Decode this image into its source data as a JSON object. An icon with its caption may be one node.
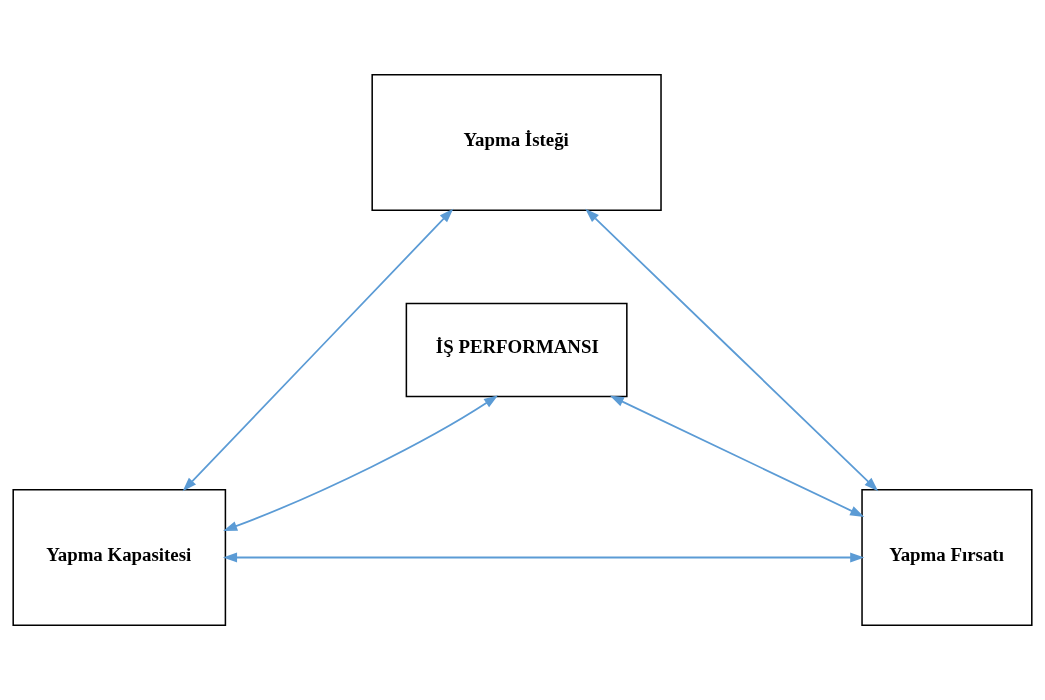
{
  "diagram": {
    "nodes": [
      {
        "text": [
          "Yapma İsteği"
        ]
      },
      {
        "text": [
          "İŞ PERFORMANSI"
        ]
      },
      {
        "text": [
          "Yapma Kapasitesi"
        ]
      },
      {
        "text": [
          "Yapma Fırsatı"
        ]
      }
    ],
    "edges": [
      {
        "from": 0,
        "to": 2,
        "arrow": "both"
      },
      {
        "from": 0,
        "to": 3,
        "arrow": "both"
      },
      {
        "from": 1,
        "to": 2,
        "arrow": "both"
      },
      {
        "from": 1,
        "to": 3,
        "arrow": "both"
      },
      {
        "from": 2,
        "to": 3,
        "arrow": "both"
      }
    ]
  }
}
